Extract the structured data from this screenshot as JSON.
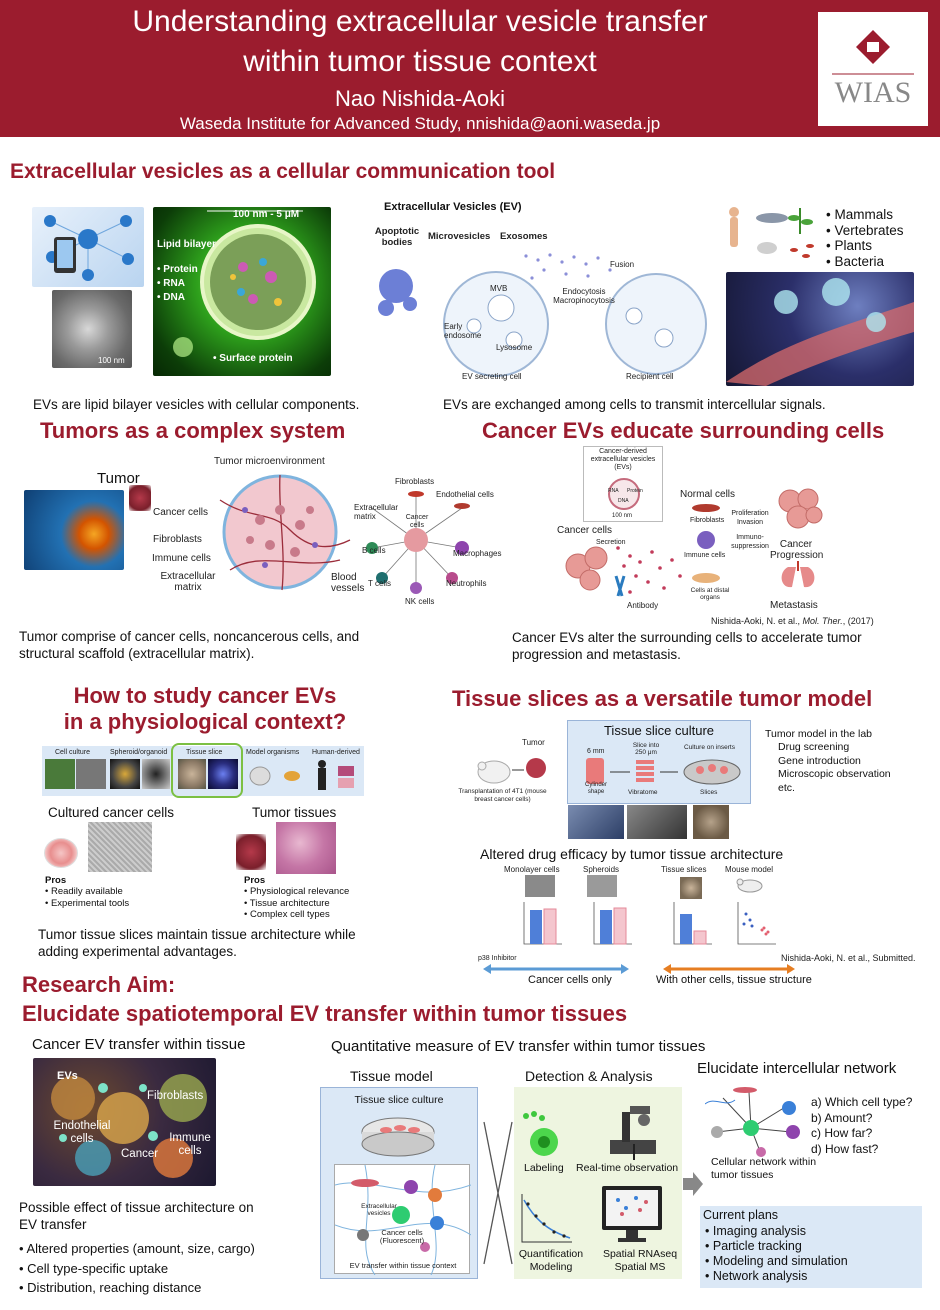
{
  "header": {
    "title_line1": "Understanding extracellular vesicle transfer",
    "title_line2": "within tumor tissue context",
    "author": "Nao Nishida-Aoki",
    "affiliation": "Waseda Institute for Advanced Study,  nnishida@aoni.waseda.jp",
    "logo_text": "WIAS"
  },
  "sec1": {
    "title": "Extracellular vesicles as a cellular communication tool",
    "scale_label": "100 nm - 5 μM",
    "lipid_bilayer": "Lipid bilayer",
    "components": [
      "Protein",
      "RNA",
      "DNA"
    ],
    "surface_protein": "Surface protein",
    "em_scale": "100 nm",
    "ev_heading": "Extracellular Vesicles (EV)",
    "ev_types": [
      "Apoptotic bodies",
      "Microvesicles",
      "Exosomes"
    ],
    "labels": {
      "mvb": "MVB",
      "early_endosome": "Early endosome",
      "lysosome": "Lysosome",
      "endocytosis": "Endocytosis Macropinocytosis",
      "fusion": "Fusion",
      "secreting": "EV secreting cell",
      "recipient": "Recipient cell"
    },
    "organisms": [
      "Mammals",
      "Vertebrates",
      "Plants",
      "Bacteria"
    ],
    "caption_left": "EVs are lipid bilayer vesicles with cellular components.",
    "caption_right": "EVs are exchanged among cells to transmit intercellular signals."
  },
  "sec2": {
    "title": "Tumors as a complex system",
    "tumor": "Tumor",
    "tme": "Tumor microenvironment",
    "labels": [
      "Cancer cells",
      "Fibroblasts",
      "Immune cells",
      "Extracellular matrix",
      "Blood vessels"
    ],
    "wheel": {
      "center": "Cancer cells",
      "fibroblasts": "Fibroblasts",
      "endothelial": "Endothelial cells",
      "ecm": "Extracellular matrix",
      "b_cells": "B cells",
      "macrophages": "Macrophages",
      "t_cells": "T cells",
      "neutrophils": "Neutrophils",
      "nk_cells": "NK cells"
    },
    "caption": "Tumor comprise of cancer cells, noncancerous cells, and structural scaffold (extracellular matrix)."
  },
  "sec3": {
    "title": "Cancer EVs educate surrounding cells",
    "ev_diagram": "Cancer-derived extracellular vesicles (EVs)",
    "ev_inner": [
      "RNA",
      "Protein",
      "DNA"
    ],
    "ev_scale": "100 nm",
    "cancer_cells": "Cancer cells",
    "secretion": "Secretion",
    "normal_cells": "Normal cells",
    "fibroblasts": "Fibroblasts",
    "proliferation": "Proliferation Invasion",
    "immune_cells": "Immune cells",
    "immunosuppression": "Immuno- suppression",
    "progression": "Cancer Progression",
    "distal": "Cells at distal organs",
    "metastasis": "Metastasis",
    "antibody": "Antibody",
    "citation_prefix": "Nishida-Aoki, N. et al., ",
    "citation_journal": "Mol. Ther.",
    "citation_year": ", (2017)",
    "caption": "Cancer EVs alter the surrounding cells to accelerate tumor progression and metastasis."
  },
  "sec4": {
    "title_line1": "How to study cancer EVs",
    "title_line2": "in a physiological context?",
    "model_labels": [
      "Cell culture",
      "Spheroid/organoid",
      "Tissue slice",
      "Model organisms",
      "Human-derived"
    ],
    "left_heading": "Cultured cancer cells",
    "right_heading": "Tumor tissues",
    "pros_label": "Pros",
    "left_pros": [
      "Readily available",
      "Experimental tools"
    ],
    "right_pros": [
      "Physiological relevance",
      "Tissue architecture",
      "Complex cell types"
    ],
    "caption": "Tumor tissue slices maintain tissue architecture while adding experimental advantages."
  },
  "sec5": {
    "title": "Tissue slices as a versatile tumor model",
    "tumor": "Tumor",
    "transplant": "Transplantation of 4T1 (mouse breast cancer cells)",
    "box_title": "Tissue slice culture",
    "six_mm": "6 mm",
    "slice_into": "Slice into 250 μm",
    "culture": "Culture on inserts",
    "cylinder": "Cylinder shape",
    "vibratome": "Vibratome",
    "slices": "Slices",
    "uses_heading": "Tumor model in the lab",
    "uses": [
      "Drug screening",
      "Gene introduction",
      "Microscopic observation",
      "etc."
    ],
    "efficacy_heading": "Altered drug efficacy by tumor tissue architecture",
    "panels": [
      "Monolayer cells",
      "Spheroids",
      "Tissue slices",
      "Mouse model"
    ],
    "inhibitor": "p38 Inhibitor",
    "citation": "Nishida-Aoki, N. et al., Submitted.",
    "left_arrow": "Cancer cells only",
    "right_arrow": "With other cells, tissue structure"
  },
  "aim": {
    "line1": "Research Aim:",
    "line2": "Elucidate spatiotemporal EV transfer within tumor tissues"
  },
  "sec6": {
    "heading": "Cancer EV transfer within tissue",
    "img_labels": [
      "EVs",
      "Fibroblasts",
      "Endothelial cells",
      "Immune cells",
      "Cancer"
    ],
    "effect_heading": "Possible effect of tissue architecture on EV transfer",
    "effects": [
      "Altered properties (amount, size, cargo)",
      "Cell type-specific uptake",
      "Distribution, reaching distance"
    ]
  },
  "sec7": {
    "heading": "Quantitative measure of EV transfer within tumor tissues",
    "tissue_model": "Tissue model",
    "tissue_slice_culture": "Tissue slice culture",
    "ev_label": "Extracellular vesicles",
    "cancer_fluor": "Cancer cells (Fluorescent)",
    "ev_context": "EV transfer within tissue context",
    "detection": "Detection & Analysis",
    "labeling": "Labeling",
    "realtime": "Real-time observation",
    "quant": "Quantification Modeling",
    "spatial": "Spatial RNAseq Spatial MS",
    "network_heading": "Elucidate intercellular network",
    "questions": [
      "a) Which cell type?",
      "b) Amount?",
      "c) How far?",
      "d) How fast?"
    ],
    "network_caption": "Cellular network within tumor tissues",
    "plans_heading": "Current plans",
    "plans": [
      "Imaging analysis",
      "Particle tracking",
      "Modeling and simulation",
      "Network analysis"
    ]
  },
  "colors": {
    "brand_red": "#9b1c2e",
    "light_blue": "#dbe8f6",
    "green_frame": "#7cc043",
    "blue_arrow": "#5b9bd5",
    "orange_arrow": "#e67e22"
  }
}
